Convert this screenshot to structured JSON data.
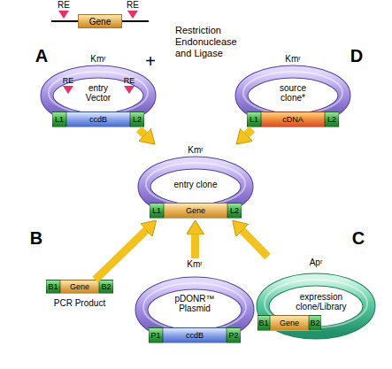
{
  "diagram": {
    "nodes": [
      {
        "text": [
          "Gene"
        ]
      },
      {
        "text": [
          "Kmʳ",
          "entry Vector"
        ]
      },
      {
        "text": [
          "L1",
          "ccdB",
          "L2"
        ],
        "in": 1
      },
      {
        "text": [
          "Kmʳ",
          "source clone*"
        ]
      },
      {
        "text": [
          "L1",
          "cDNA",
          "L2"
        ],
        "in": 3
      },
      {
        "text": [
          "Kmʳ",
          "entry clone"
        ]
      },
      {
        "text": [
          "L1",
          "Gene",
          "L2"
        ],
        "in": 5
      },
      {
        "text": [
          "B1",
          "Gene",
          "B2",
          "PCR Product"
        ]
      },
      {
        "text": [
          "Kmʳ",
          "pDONR™ Plasmid"
        ]
      },
      {
        "text": [
          "P1",
          "ccdB",
          "P2"
        ],
        "in": 8
      },
      {
        "text": [
          "Apʳ",
          "expression clone/Library"
        ]
      },
      {
        "text": [
          "B1",
          "Gene",
          "B2"
        ],
        "in": 10
      }
    ],
    "edges": [
      {
        "from": 1,
        "to": 5,
        "arrow": "to"
      },
      {
        "from": 3,
        "to": 5,
        "arrow": "to"
      },
      {
        "from": 7,
        "to": 5,
        "arrow": "to"
      },
      {
        "from": 8,
        "to": 5,
        "arrow": "to"
      },
      {
        "from": 10,
        "to": 5,
        "arrow": "to"
      }
    ],
    "labels": [
      "RE",
      "RE",
      "Restriction Endonuclease and Ligase",
      "A",
      "RE",
      "RE",
      "+",
      "D",
      "B",
      "C"
    ]
  }
}
